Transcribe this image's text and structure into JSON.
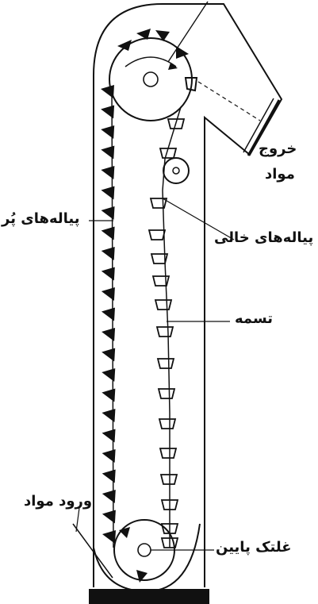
{
  "labels": {
    "outlet_line1": "خروج",
    "outlet_line2": "مواد",
    "full_buckets": "پیاله‌های پُر",
    "empty_buckets": "پیاله‌های خالی",
    "belt": "تسمه",
    "inlet": "ورود مواد",
    "bottom_pulley": "غلتک پایین"
  },
  "colors": {
    "line": "#111111",
    "fill": "#111111",
    "background": "#ffffff"
  }
}
